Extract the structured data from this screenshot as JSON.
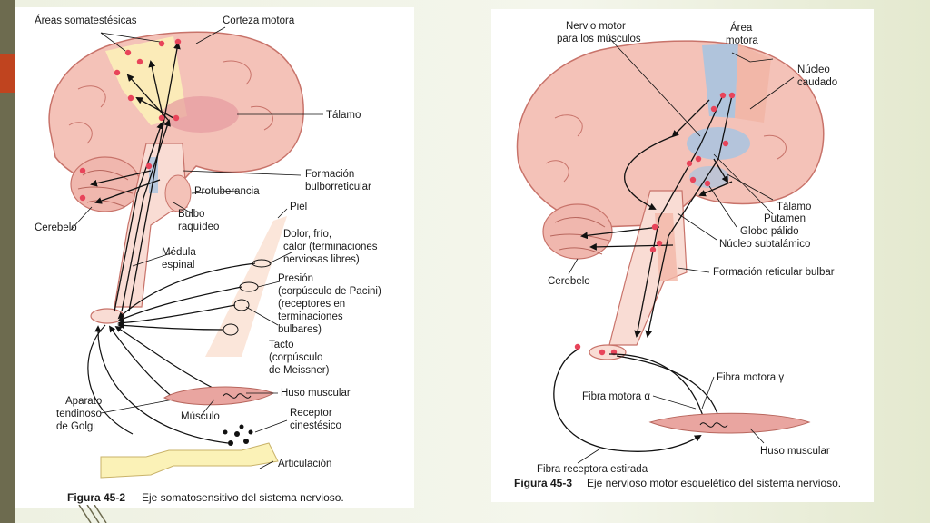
{
  "left_figure": {
    "labels": {
      "areas_somatestesicas": "Áreas somatestésicas",
      "corteza_motora": "Corteza motora",
      "talamo": "Tálamo",
      "formacion_1": "Formación",
      "formacion_2": "bulborreticular",
      "protuberancia": "Protuberancia",
      "cerebelo": "Cerebelo",
      "bulbo_1": "Bulbo",
      "bulbo_2": "raquídeo",
      "piel": "Piel",
      "dolor_1": "Dolor, frío,",
      "dolor_2": "calor (terminaciones",
      "dolor_3": "nerviosas libres)",
      "medula_1": "Médula",
      "medula_2": "espinal",
      "presion_1": "Presión",
      "presion_2": "(corpúsculo de Pacini)",
      "presion_3": "(receptores en",
      "presion_4": "terminaciones",
      "presion_5": "bulbares)",
      "tacto_1": "Tacto",
      "tacto_2": "(corpúsculo",
      "tacto_3": "de Meissner)",
      "huso": "Huso muscular",
      "aparato_1": "Aparato",
      "aparato_2": "tendinoso",
      "aparato_3": "de Golgi",
      "musculo": "Músculo",
      "receptor_1": "Receptor",
      "receptor_2": "cinestésico",
      "articulacion": "Articulación"
    },
    "caption_label": "Figura 45-2",
    "caption_text": "Eje somatosensitivo del sistema nervioso."
  },
  "right_figure": {
    "labels": {
      "nervio_1": "Nervio motor",
      "nervio_2": "para los músculos",
      "area_1": "Área",
      "area_2": "motora",
      "nucleo_1": "Núcleo",
      "nucleo_2": "caudado",
      "talamo": "Tálamo",
      "putamen": "Putamen",
      "globo": "Globo pálido",
      "subtalamico": "Núcleo subtalámico",
      "cerebelo": "Cerebelo",
      "formacion": "Formación reticular bulbar",
      "fibra_gamma": "Fibra motora γ",
      "fibra_alfa": "Fibra motora α",
      "fibra_receptora": "Fibra receptora estirada",
      "huso": "Huso muscular"
    },
    "caption_label": "Figura 45-3",
    "caption_text": "Eje nervioso motor esquelético del sistema nervioso."
  },
  "colors": {
    "brain_fill": "#f4c2b8",
    "brain_stroke": "#c8736a",
    "pathway_dot": "#e8445a",
    "sensory_area": "#fbf2b7",
    "motor_area_blue": "#a8c4e0",
    "motor_area_pink": "#f2b6a6",
    "stripe_accent": "#c0441f"
  }
}
